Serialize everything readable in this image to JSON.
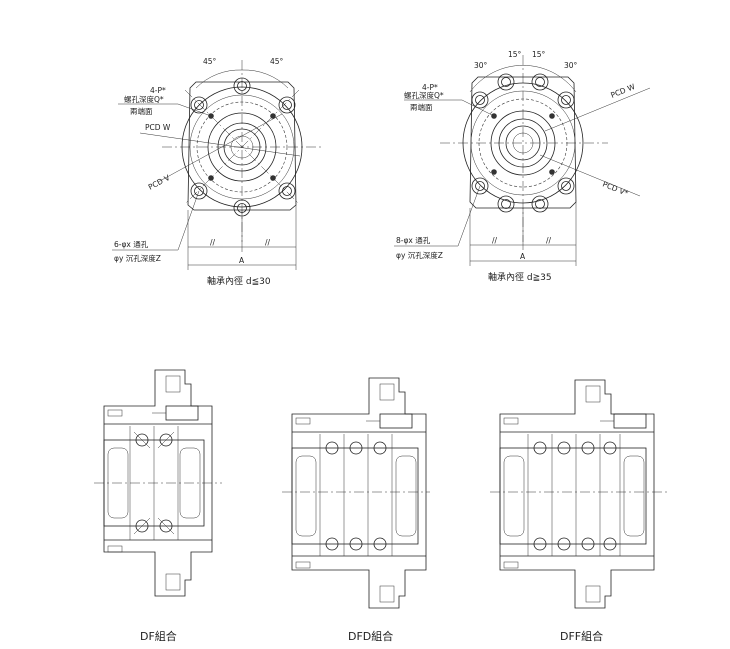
{
  "top_left": {
    "angle_left": "45°",
    "angle_right": "45°",
    "label_p": "4-P*",
    "label_q": "螺孔深度Q*",
    "label_face": "兩端面",
    "label_pcd_w": "PCD W",
    "label_pcd_v": "PCD V",
    "label_holes_1": "6-φx 通孔",
    "label_holes_2": "φy 沉孔深度Z",
    "dim_half_left": "//",
    "dim_half_right": "//",
    "dim_a": "A",
    "caption": "軸承內徑 d≦30"
  },
  "top_right": {
    "angle_30_left": "30°",
    "angle_15_left": "15°",
    "angle_15_right": "15°",
    "angle_30_right": "30°",
    "label_p": "4-P*",
    "label_q": "螺孔深度Q*",
    "label_face": "兩端面",
    "label_pcd_w": "PCD W",
    "label_pcd_v": "PCD V*",
    "label_holes_1": "8-φx 通孔",
    "label_holes_2": "φy 沉孔深度Z",
    "dim_half_left": "//",
    "dim_half_right": "//",
    "dim_a": "A",
    "caption": "軸承內徑 d≧35"
  },
  "bottom": {
    "df_label": "DF組合",
    "dfd_label": "DFD組合",
    "dff_label": "DFF組合"
  }
}
